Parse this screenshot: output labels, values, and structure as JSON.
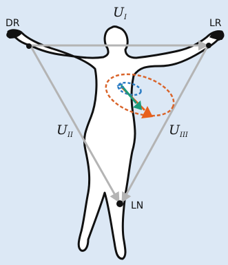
{
  "electrodes": {
    "right_arm": "DR",
    "left_arm": "LR",
    "left_leg": "LN"
  },
  "leads": {
    "lead_1": {
      "symbol": "U",
      "subscript": "I"
    },
    "lead_2": {
      "symbol": "U",
      "subscript": "II"
    },
    "lead_3": {
      "symbol": "U",
      "subscript": "III"
    }
  },
  "colors": {
    "background": "#dce8f5",
    "body_outline": "#111111",
    "triangle": "#b4b4b4",
    "outer_loop": "#d9642a",
    "inner_loop": "#2b7cc4",
    "small_vector": "#1a9a7a",
    "large_vector": "#e8601c"
  }
}
